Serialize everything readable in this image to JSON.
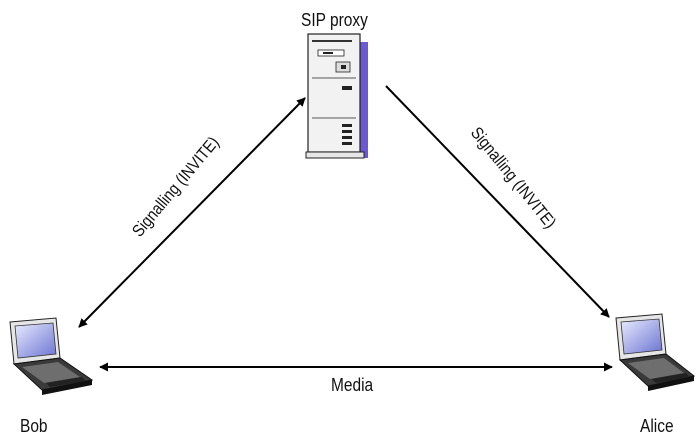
{
  "nodes": {
    "proxy": {
      "label": "SIP proxy"
    },
    "bob": {
      "label": "Bob"
    },
    "alice": {
      "label": "Alice"
    }
  },
  "edges": {
    "bob_proxy": {
      "label": "Signalling (INVITE)"
    },
    "proxy_alice": {
      "label": "Signalling (INVITE)"
    },
    "bob_alice": {
      "label": "Media"
    }
  },
  "colors": {
    "line": "#000000",
    "server_body": "#f1f1f1",
    "server_shadow": "#6a5acd",
    "screen": "#7f86d6"
  },
  "icons": {
    "proxy": "server-tower-icon",
    "bob": "laptop-icon",
    "alice": "laptop-icon"
  }
}
